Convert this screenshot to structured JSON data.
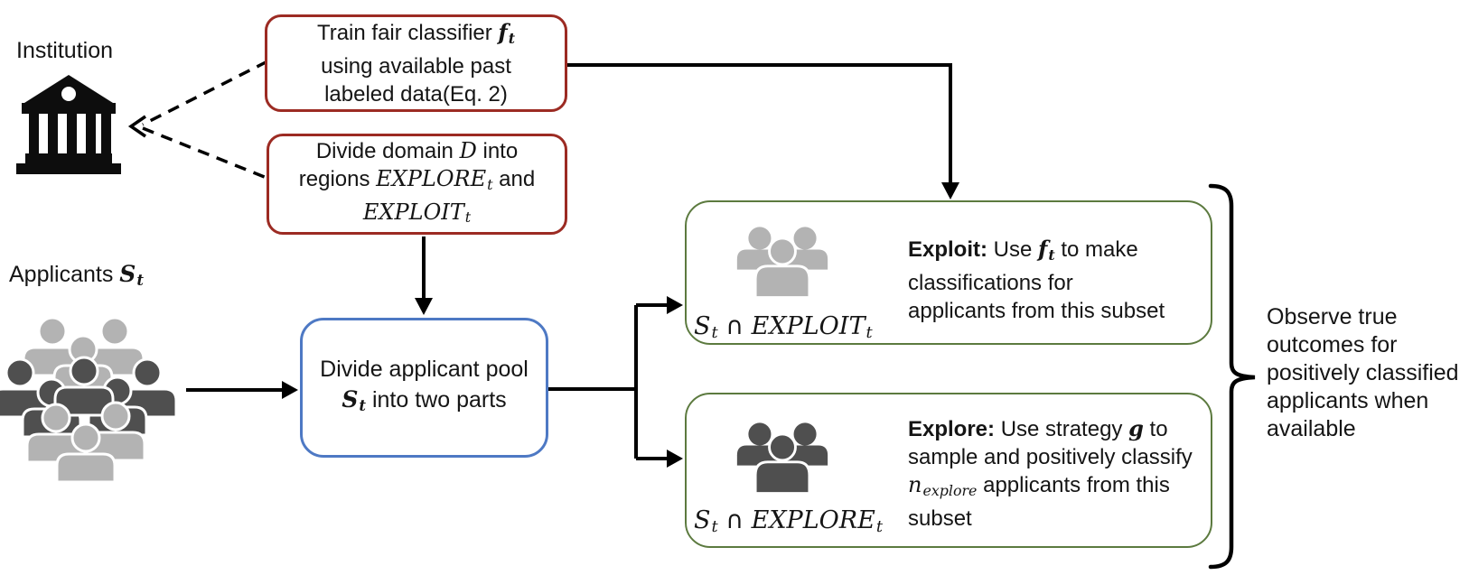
{
  "palette": {
    "red_border": "#9c2b23",
    "green_border": "#5c7a3f",
    "blue_border": "#4e79c4",
    "gray_light": "#b3b3b3",
    "gray_dark": "#4f4f4f",
    "icon_black": "#0d0d0d",
    "arrow_color": "#000000"
  },
  "icons": {
    "institution": "bank-building-icon",
    "applicants_crowd": "crowd-icon",
    "exploit_group": "people-group-light-icon",
    "explore_group": "people-group-dark-icon"
  },
  "labels": {
    "institution": "Institution",
    "applicants": [
      {
        "t": "Applicants "
      },
      {
        "t": "S",
        "c": "mb"
      },
      {
        "t": "t",
        "c": "mb sub"
      }
    ]
  },
  "boxes": {
    "train": {
      "lines": [
        [
          {
            "t": "Train fair classifier "
          },
          {
            "t": "f",
            "c": "mb"
          },
          {
            "t": "t",
            "c": "mb sub"
          }
        ],
        [
          {
            "t": "using available past"
          }
        ],
        [
          {
            "t": "labeled data(Eq. 2)"
          }
        ]
      ]
    },
    "divide_domain": {
      "lines": [
        [
          {
            "t": "Divide domain "
          },
          {
            "t": "D",
            "c": "mi"
          },
          {
            "t": " into"
          }
        ],
        [
          {
            "t": "regions "
          },
          {
            "t": "EXPLORE",
            "c": "mi"
          },
          {
            "t": "t",
            "c": "mi sub"
          },
          {
            "t": " and"
          }
        ],
        [
          {
            "t": "EXPLOIT",
            "c": "mi"
          },
          {
            "t": "t",
            "c": "mi sub"
          }
        ]
      ]
    },
    "divide_pool": {
      "lines": [
        [
          {
            "t": "Divide applicant pool"
          }
        ],
        [
          {
            "t": "S",
            "c": "mb"
          },
          {
            "t": "t",
            "c": "mb sub"
          },
          {
            "t": " into two parts"
          }
        ]
      ]
    },
    "exploit": {
      "set_label": [
        {
          "t": "S",
          "c": "mi"
        },
        {
          "t": "t",
          "c": "mi sub"
        },
        {
          "t": " ∩ ",
          "c": "pl"
        },
        {
          "t": "EXPLOIT",
          "c": "mi"
        },
        {
          "t": "t",
          "c": "mi sub"
        }
      ],
      "caption_lines": [
        [
          {
            "t": "Exploit:",
            "c": "b"
          },
          {
            "t": " Use "
          },
          {
            "t": "f",
            "c": "mb"
          },
          {
            "t": "t",
            "c": "mb sub"
          },
          {
            "t": " to make"
          }
        ],
        [
          {
            "t": "classifications for"
          }
        ],
        [
          {
            "t": "applicants from this subset"
          }
        ]
      ]
    },
    "explore": {
      "set_label": [
        {
          "t": "S",
          "c": "mi"
        },
        {
          "t": "t",
          "c": "mi sub"
        },
        {
          "t": " ∩ ",
          "c": "pl"
        },
        {
          "t": "EXPLORE",
          "c": "mi"
        },
        {
          "t": "t",
          "c": "mi sub"
        }
      ],
      "caption_lines": [
        [
          {
            "t": "Explore:",
            "c": "b"
          },
          {
            "t": " Use strategy "
          },
          {
            "t": "g",
            "c": "mb"
          },
          {
            "t": " to"
          }
        ],
        [
          {
            "t": "sample and positively classify"
          }
        ],
        [
          {
            "t": "n",
            "c": "mi"
          },
          {
            "t": "explore",
            "c": "mi sub"
          },
          {
            "t": " applicants from this"
          }
        ],
        [
          {
            "t": "subset"
          }
        ]
      ]
    }
  },
  "note": {
    "lines": [
      "Observe true",
      "outcomes for",
      "positively classified",
      "applicants when",
      "available"
    ]
  }
}
